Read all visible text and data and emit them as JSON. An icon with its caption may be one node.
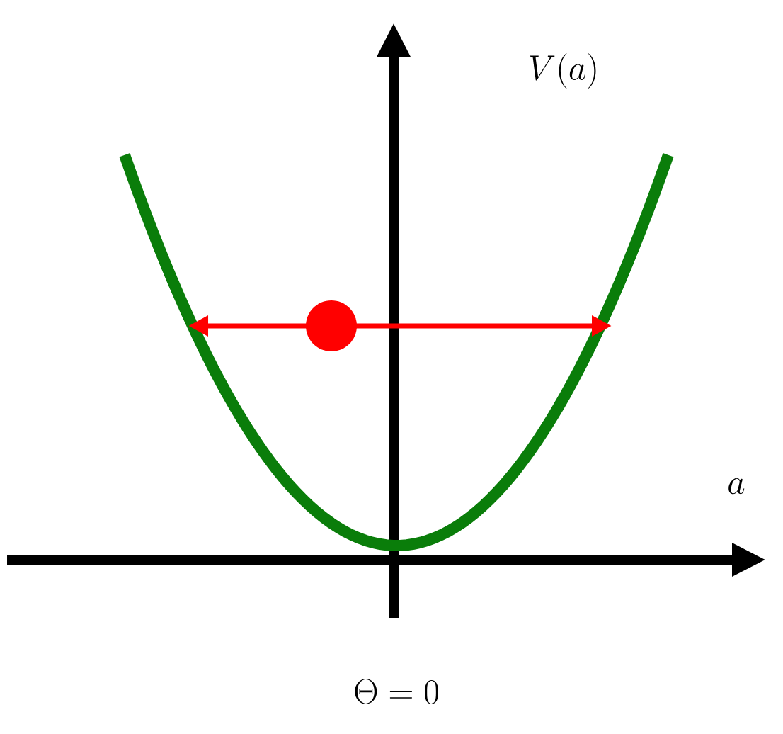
{
  "diagram": {
    "labels": [
      "V(a)",
      "a",
      "\\Theta = 0"
    ]
  }
}
